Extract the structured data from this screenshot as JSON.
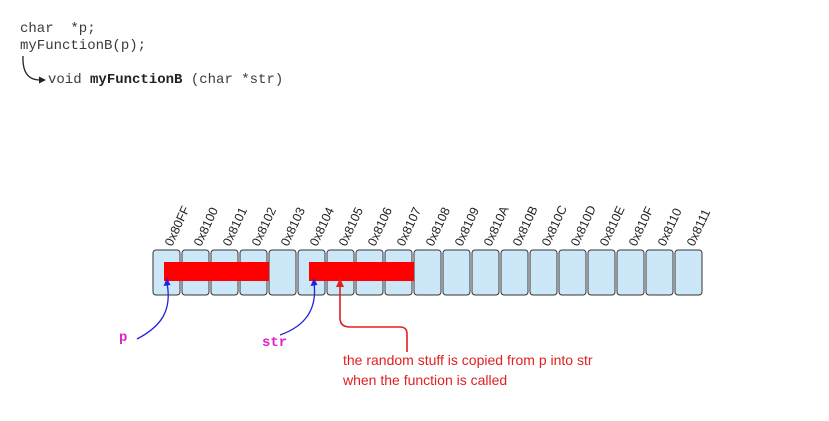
{
  "code": {
    "line1": "char  *p;",
    "line2": "myFunctionB(p);",
    "line3_prefix": "void ",
    "line3_name": "myFunctionB",
    "line3_suffix": " (char *str)"
  },
  "memory": {
    "addresses": [
      "0x80FF",
      "0x8100",
      "0x8101",
      "0x8102",
      "0x8103",
      "0x8104",
      "0x8105",
      "0x8106",
      "0x8107",
      "0x8108",
      "0x8109",
      "0x810A",
      "0x810B",
      "0x810C",
      "0x810D",
      "0x810E",
      "0x810F",
      "0x8110",
      "0x8111"
    ],
    "highlight_blocks": [
      {
        "start_address": "0x80FF",
        "end_address": "0x8102"
      },
      {
        "start_address": "0x8104",
        "end_address": "0x8107"
      }
    ],
    "cell_color": "#cce8f8",
    "highlight_color": "#ff0000"
  },
  "pointers": {
    "p": "p",
    "str": "str",
    "pointer_label_color": "#e020c8",
    "arrow_color": "#2222dd"
  },
  "annotation": {
    "line1": "the random stuff is copied from p into str",
    "line2": "when the function is called",
    "color": "#e02020"
  }
}
